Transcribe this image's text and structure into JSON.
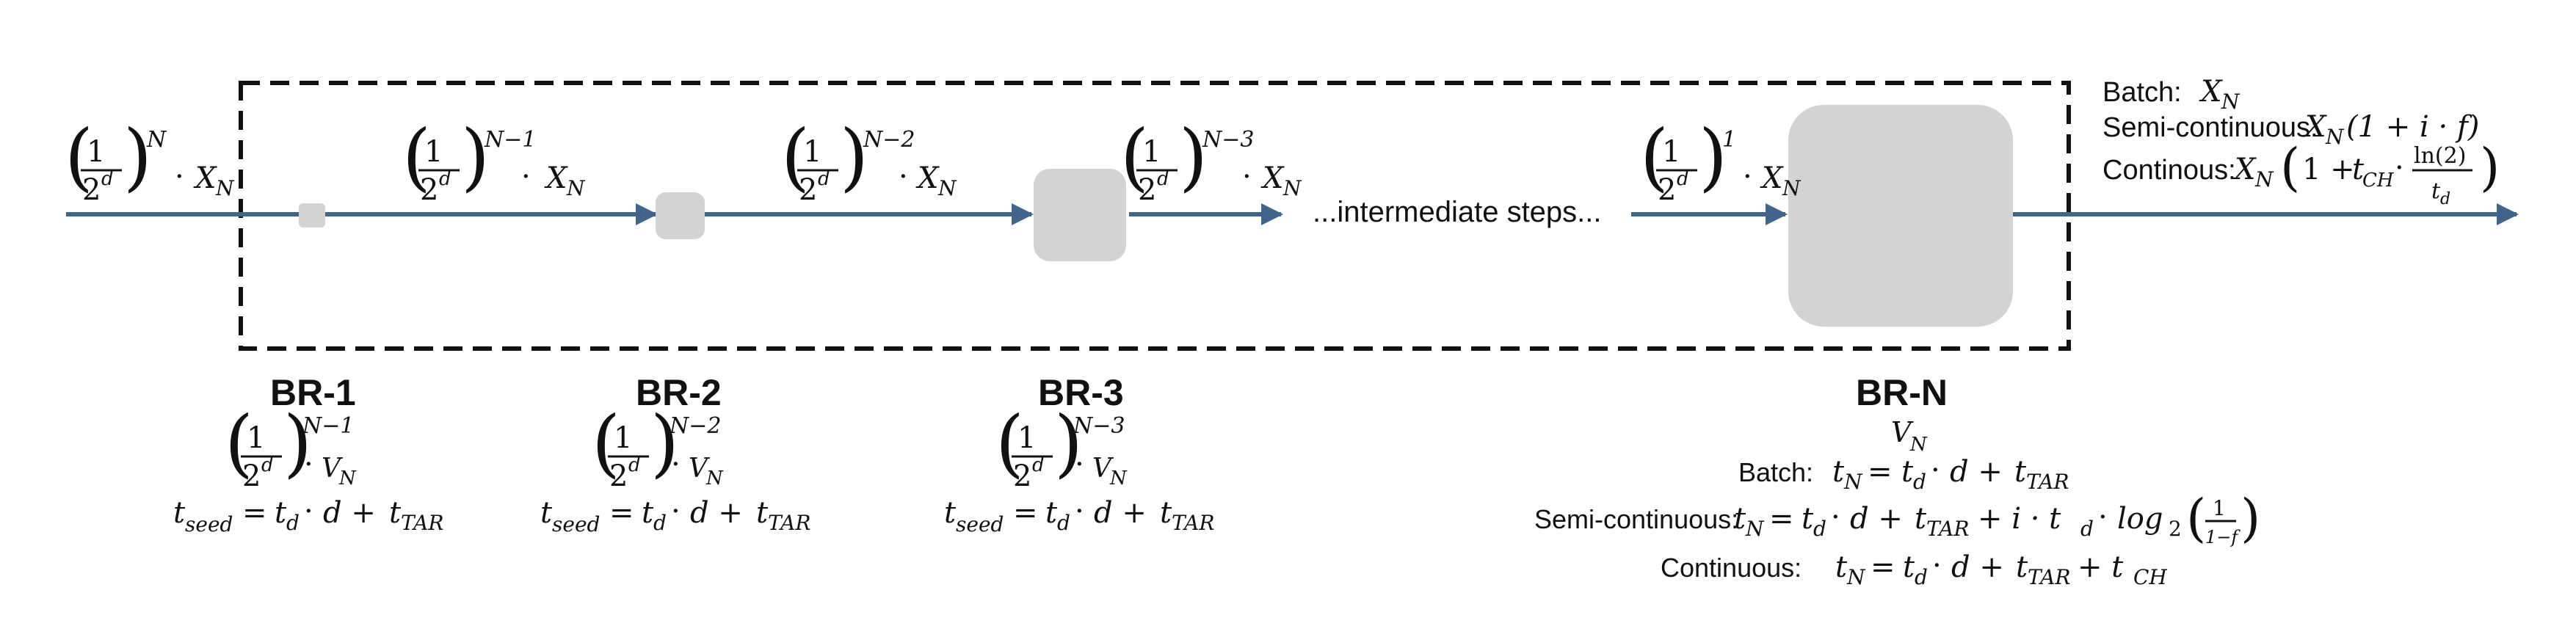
{
  "reactors": [
    {
      "label": "BR-1",
      "volume": "V",
      "volume_sub": "N",
      "exponent": "N−1",
      "time_lhs": "t",
      "time_lhs_sub": "seed"
    },
    {
      "label": "BR-2",
      "volume": "V",
      "volume_sub": "N",
      "exponent": "N−2",
      "time_lhs": "t",
      "time_lhs_sub": "seed"
    },
    {
      "label": "BR-3",
      "volume": "V",
      "volume_sub": "N",
      "exponent": "N−3",
      "time_lhs": "t",
      "time_lhs_sub": "seed"
    },
    {
      "label": "BR-N",
      "volume": "V",
      "volume_sub": "N"
    }
  ],
  "flows": [
    {
      "exponent": "N"
    },
    {
      "exponent": "N−1"
    },
    {
      "exponent": "N−2"
    },
    {
      "exponent": "N−3"
    },
    {
      "exponent": "1"
    }
  ],
  "fraction": {
    "numerator": "1",
    "denominator": "2",
    "denominator_exp": "d"
  },
  "flow_term": {
    "symbol": "X",
    "sub": "N"
  },
  "intermediate_text": "...intermediate steps...",
  "output": {
    "batch_label": "Batch:",
    "semi_label": "Semi-continuous:",
    "semi_expr": "(1 + i · f)",
    "cont_label": "Continous:",
    "cont_ln": "ln(2)"
  },
  "timing": {
    "batch_label": "Batch:",
    "semi_label": "Semi-continuous:",
    "cont_label": "Continuous:",
    "semi_extra": "+ i · t",
    "log_fn": "log",
    "log_base": "2",
    "log_den": "1−f",
    "cont_extra": "+ t"
  },
  "colors": {
    "arrow": "#41648a",
    "reactor_fill": "#d3d3d3",
    "box_stroke": "#111111",
    "text": "#111111"
  }
}
